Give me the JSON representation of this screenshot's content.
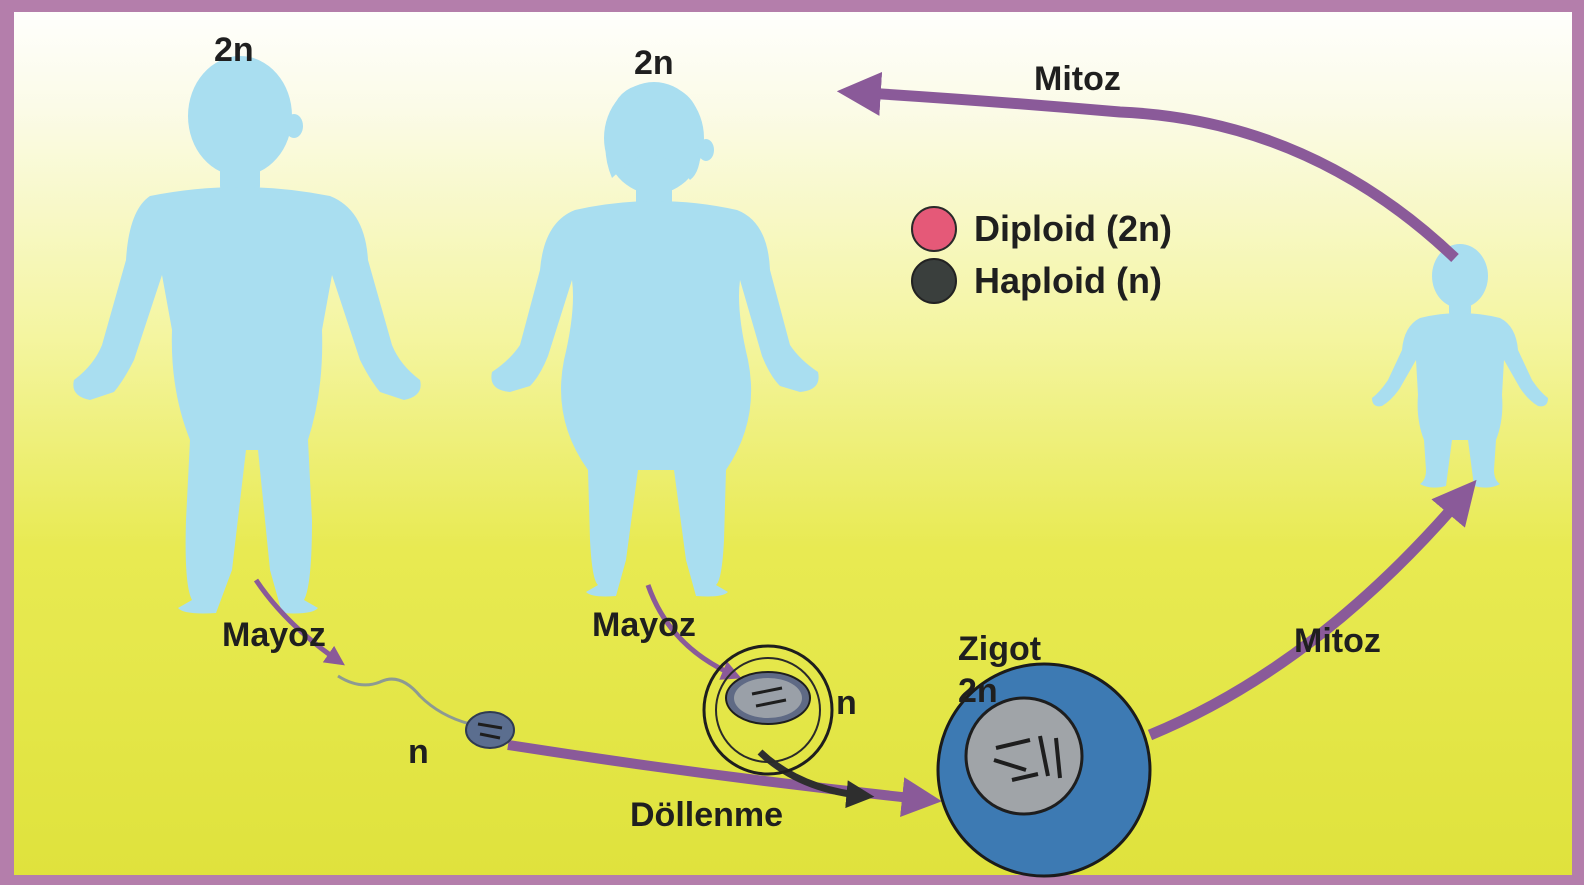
{
  "ploidy_man": "2n",
  "ploidy_woman": "2n",
  "mitoz_top": "Mitoz",
  "mitoz_right": "Mitoz",
  "mayoz_left": "Mayoz",
  "mayoz_right": "Mayoz",
  "sperm_n": "n",
  "egg_n": "n",
  "zigot_title": "Zigot",
  "zigot_ploidy": "2n",
  "dollenme": "Döllenme",
  "legend": {
    "diploid": "Diploid (2n)",
    "haploid": "Haploid (n)"
  },
  "colors": {
    "body": "#a9def0",
    "arrow": "#8a5a99",
    "diploid": "#e55978",
    "haploid": "#3a3f3d",
    "zygote": "#3d7ab3"
  }
}
